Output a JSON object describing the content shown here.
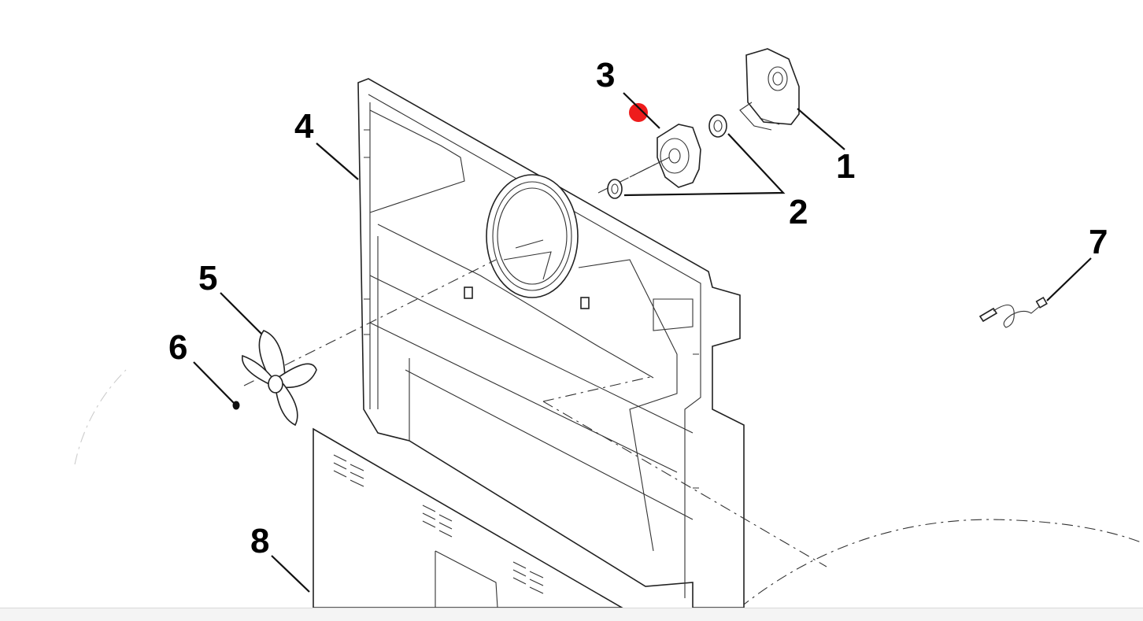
{
  "diagram": {
    "callouts": [
      {
        "id": "1",
        "text": "1",
        "part": "fan-motor-cover"
      },
      {
        "id": "2",
        "text": "2",
        "part": "motor-grommet"
      },
      {
        "id": "3",
        "text": "3",
        "part": "fan-motor"
      },
      {
        "id": "4",
        "text": "4",
        "part": "evaporator-cover-housing"
      },
      {
        "id": "5",
        "text": "5",
        "part": "fan-blade"
      },
      {
        "id": "6",
        "text": "6",
        "part": "fan-blade-nut"
      },
      {
        "id": "7",
        "text": "7",
        "part": "thermistor-sensor"
      },
      {
        "id": "8",
        "text": "8",
        "part": "front-grille-panel"
      }
    ],
    "highlight_color": "#ee1c1c",
    "line_color": "#111111"
  }
}
